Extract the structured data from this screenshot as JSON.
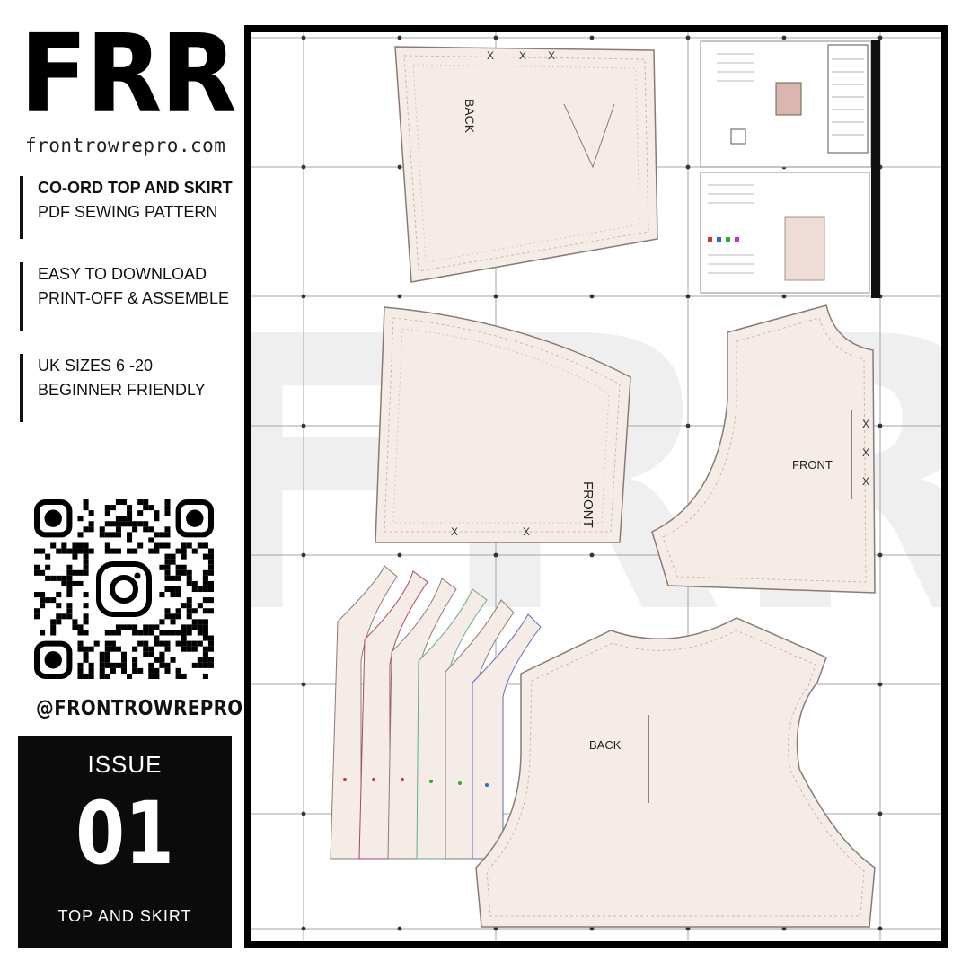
{
  "brand": {
    "logo": "FRR",
    "website": "frontrowrepro.com"
  },
  "features": [
    {
      "line1": "CO-ORD TOP AND SKIRT",
      "line2": "PDF SEWING PATTERN"
    },
    {
      "line1": "EASY TO DOWNLOAD",
      "line2": "PRINT-OFF & ASSEMBLE"
    },
    {
      "line1": "UK SIZES 6 -20",
      "line2": "BEGINNER FRIENDLY"
    }
  ],
  "social": {
    "handle": "@FRONTROWREPRO",
    "qr_icon": "instagram-icon"
  },
  "issue": {
    "label": "ISSUE",
    "number": "01",
    "subtitle": "TOP AND SKIRT"
  },
  "pattern_sheet": {
    "watermark": "FRR",
    "pieces": [
      {
        "label": "BACK"
      },
      {
        "label": "FRONT"
      },
      {
        "label": "FRONT"
      },
      {
        "label": "BACK"
      }
    ]
  },
  "colors": {
    "background": "#ffffff",
    "ink": "#111111",
    "piece_fill": "#f6ece7",
    "piece_stroke": "#8a7a76",
    "grid": "#9a9a9a",
    "issue_box": "#0b0b0b"
  }
}
